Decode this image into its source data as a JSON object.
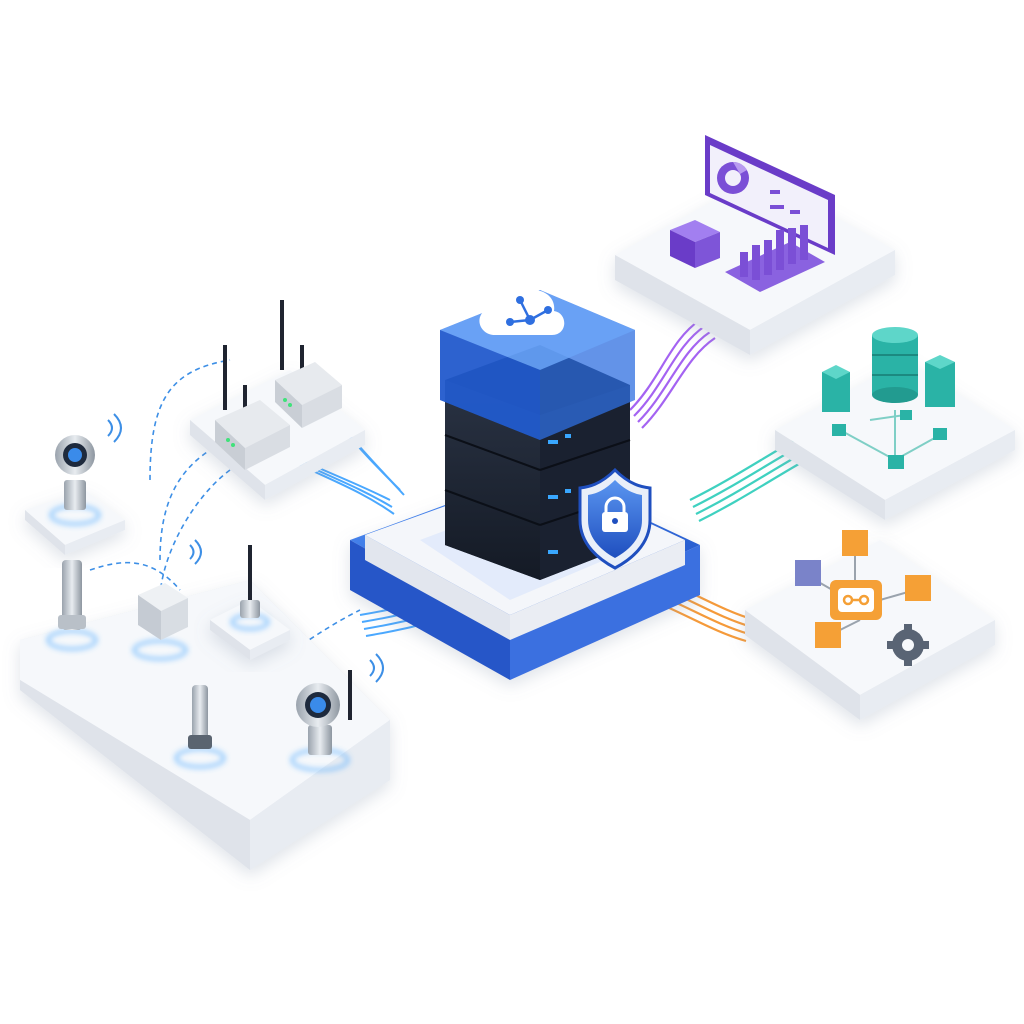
{
  "diagram": {
    "hub": {
      "icons": [
        "cloud-network-icon",
        "server-rack-icon",
        "security-shield-icon",
        "lock-icon"
      ],
      "server_units": 3
    },
    "field_devices": {
      "gateways": [
        {
          "icon": "wireless-gateway-icon",
          "antennas": 2
        },
        {
          "icon": "wireless-gateway-icon",
          "antennas": 2
        }
      ],
      "sensors": [
        {
          "icon": "pressure-transmitter-icon",
          "wireless": true
        },
        {
          "icon": "rod-sensor-icon",
          "wireless": false
        },
        {
          "icon": "junction-box-sensor-icon",
          "wireless": true
        },
        {
          "icon": "antenna-node-icon",
          "wireless": false
        },
        {
          "icon": "probe-sensor-icon",
          "wireless": false
        },
        {
          "icon": "pressure-transmitter-icon",
          "wireless": true
        }
      ]
    },
    "services": [
      {
        "id": "analytics",
        "icon": "analytics-dashboard-icon",
        "accent": "#7b4fd6"
      },
      {
        "id": "storage",
        "icon": "database-icon",
        "accent": "#2ab3a6"
      },
      {
        "id": "integration",
        "icon": "integration-workflow-icon",
        "accent": "#f5a036"
      }
    ],
    "links": [
      {
        "from": "gateways",
        "to": "hub",
        "color": "#4aa8ff"
      },
      {
        "from": "sensors",
        "to": "hub",
        "color": "#4aa8ff"
      },
      {
        "from": "hub",
        "to": "analytics",
        "color": "#a463f2"
      },
      {
        "from": "hub",
        "to": "storage",
        "color": "#3fd1c0"
      },
      {
        "from": "hub",
        "to": "integration",
        "color": "#f59a3a"
      }
    ],
    "colors": {
      "platform": "#f3f5f9",
      "hub_base": "#2f6fe0",
      "server": "#1d2433",
      "server_led": "#39a7ff",
      "field_link": "#3d8fe6"
    }
  }
}
